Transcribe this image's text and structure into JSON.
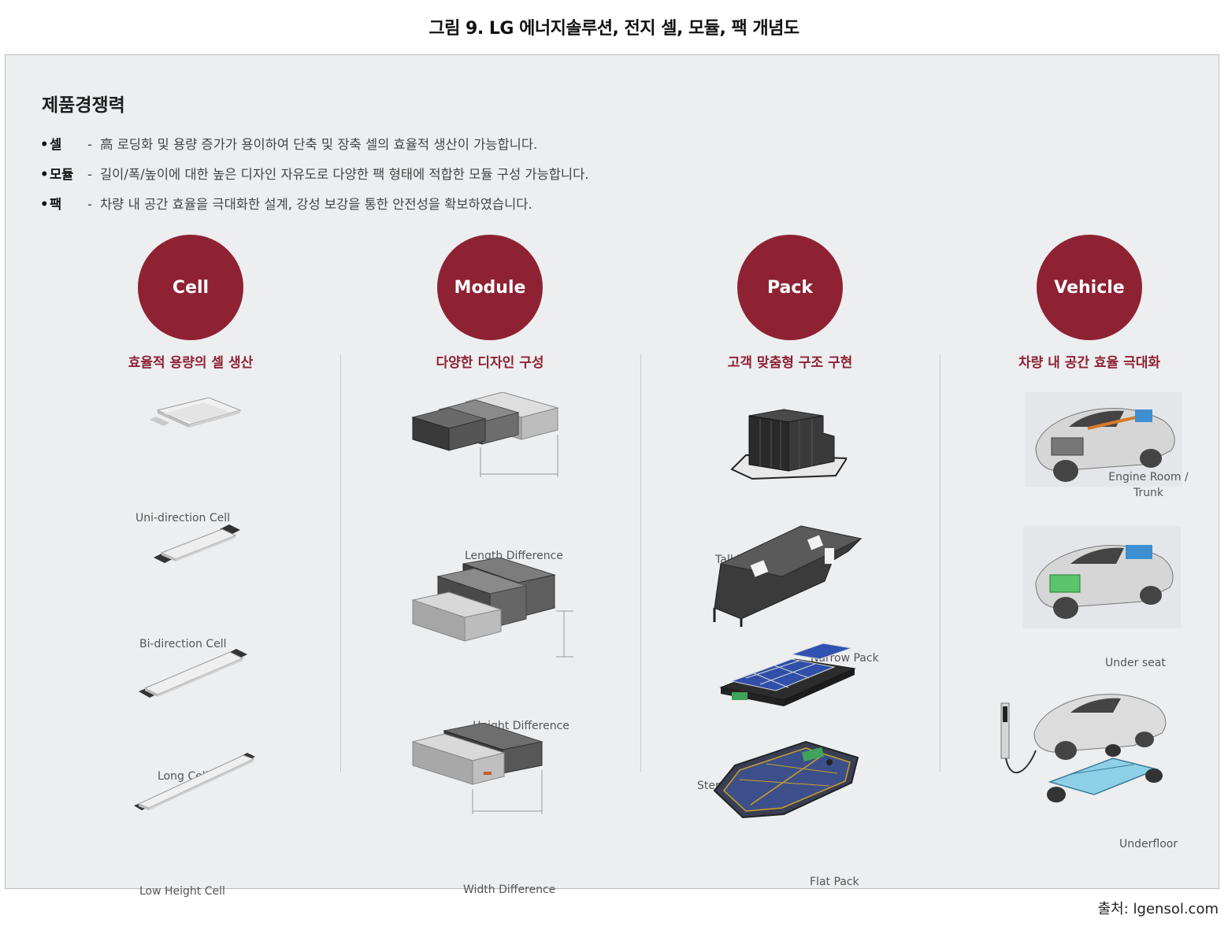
{
  "figure_title": "그림 9. LG 에너지솔루션, 전지 셀, 모듈, 팩 개념도",
  "heading": "제품경쟁력",
  "bullets": [
    {
      "key": "셀",
      "text": "高 로딩화 및 용량 증가가 용이하여 단축 및 장축 셀의 효율적 생산이 가능합니다."
    },
    {
      "key": "모듈",
      "text": "길이/폭/높이에 대한 높은 디자인 자유도로 다양한 팩 형태에 적합한 모듈 구성 가능합니다."
    },
    {
      "key": "팩",
      "text": "차량 내 공간 효율을 극대화한 설계, 강성 보강을 통한 안전성을 확보하였습니다."
    }
  ],
  "columns": [
    {
      "title": "Cell",
      "subtitle": "효율적 용량의 셀 생산",
      "items": [
        "Uni-direction Cell",
        "Bi-direction Cell",
        "Long Cell",
        "Low Height Cell"
      ]
    },
    {
      "title": "Module",
      "subtitle": "다양한 디자인 구성",
      "items": [
        "Length Difference",
        "Height Difference",
        "Width Difference"
      ]
    },
    {
      "title": "Pack",
      "subtitle": "고객 맞춤형 구조 구현",
      "items": [
        "Tall Pack",
        "Narrow Pack",
        "Stepped Pack",
        "Flat Pack"
      ]
    },
    {
      "title": "Vehicle",
      "subtitle": "차량 내 공간 효율 극대화",
      "items": [
        "Engine Room / Trunk",
        "Under seat",
        "Underfloor"
      ]
    }
  ],
  "source": "출처: lgensol.com",
  "colors": {
    "accent": "#8e2233",
    "panel_bg": "#eceef0"
  }
}
